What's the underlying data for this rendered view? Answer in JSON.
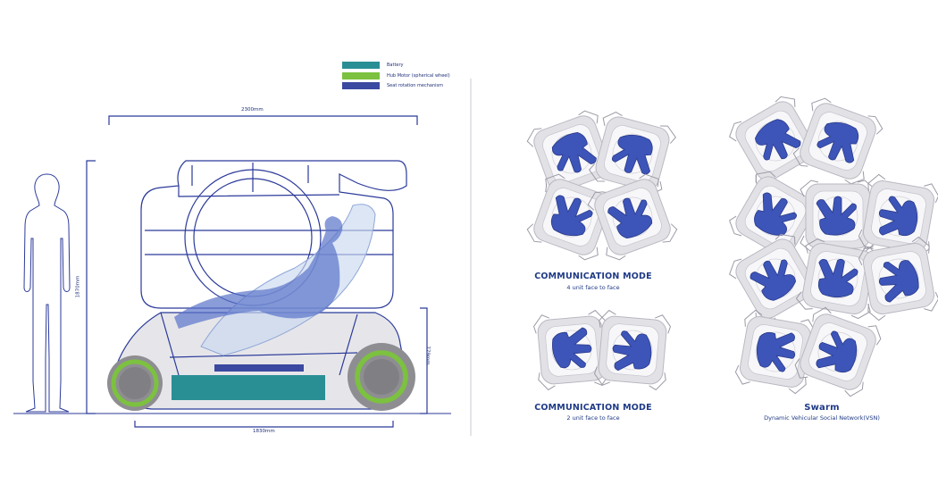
{
  "legend": [
    {
      "label": "Battery",
      "color": "#2a8f95"
    },
    {
      "label": "Hub Motor (spherical wheel)",
      "color": "#7cc13f"
    },
    {
      "label": "Seat rotation mechanism",
      "color": "#3b49a0"
    }
  ],
  "dimensions": {
    "length": "2300mm",
    "height": "1870mm",
    "wheelbase": "1830mm",
    "ground_to_roof": "779mm"
  },
  "modes": {
    "four": {
      "title": "COMMUNICATION MODE",
      "subtitle": "4 unit face to face"
    },
    "two": {
      "title": "COMMUNICATION MODE",
      "subtitle": "2 unit face to face"
    },
    "swarm": {
      "title": "Swarm",
      "subtitle": "Dynamic Vehicular Social Network(VSN)"
    }
  },
  "colors": {
    "line": "#2b3a9a",
    "figure": "#3d55b8",
    "battery": "#2a8f95",
    "motor": "#7cc13f",
    "seat": "#3b49a0",
    "pod": "#e2e2e6"
  }
}
